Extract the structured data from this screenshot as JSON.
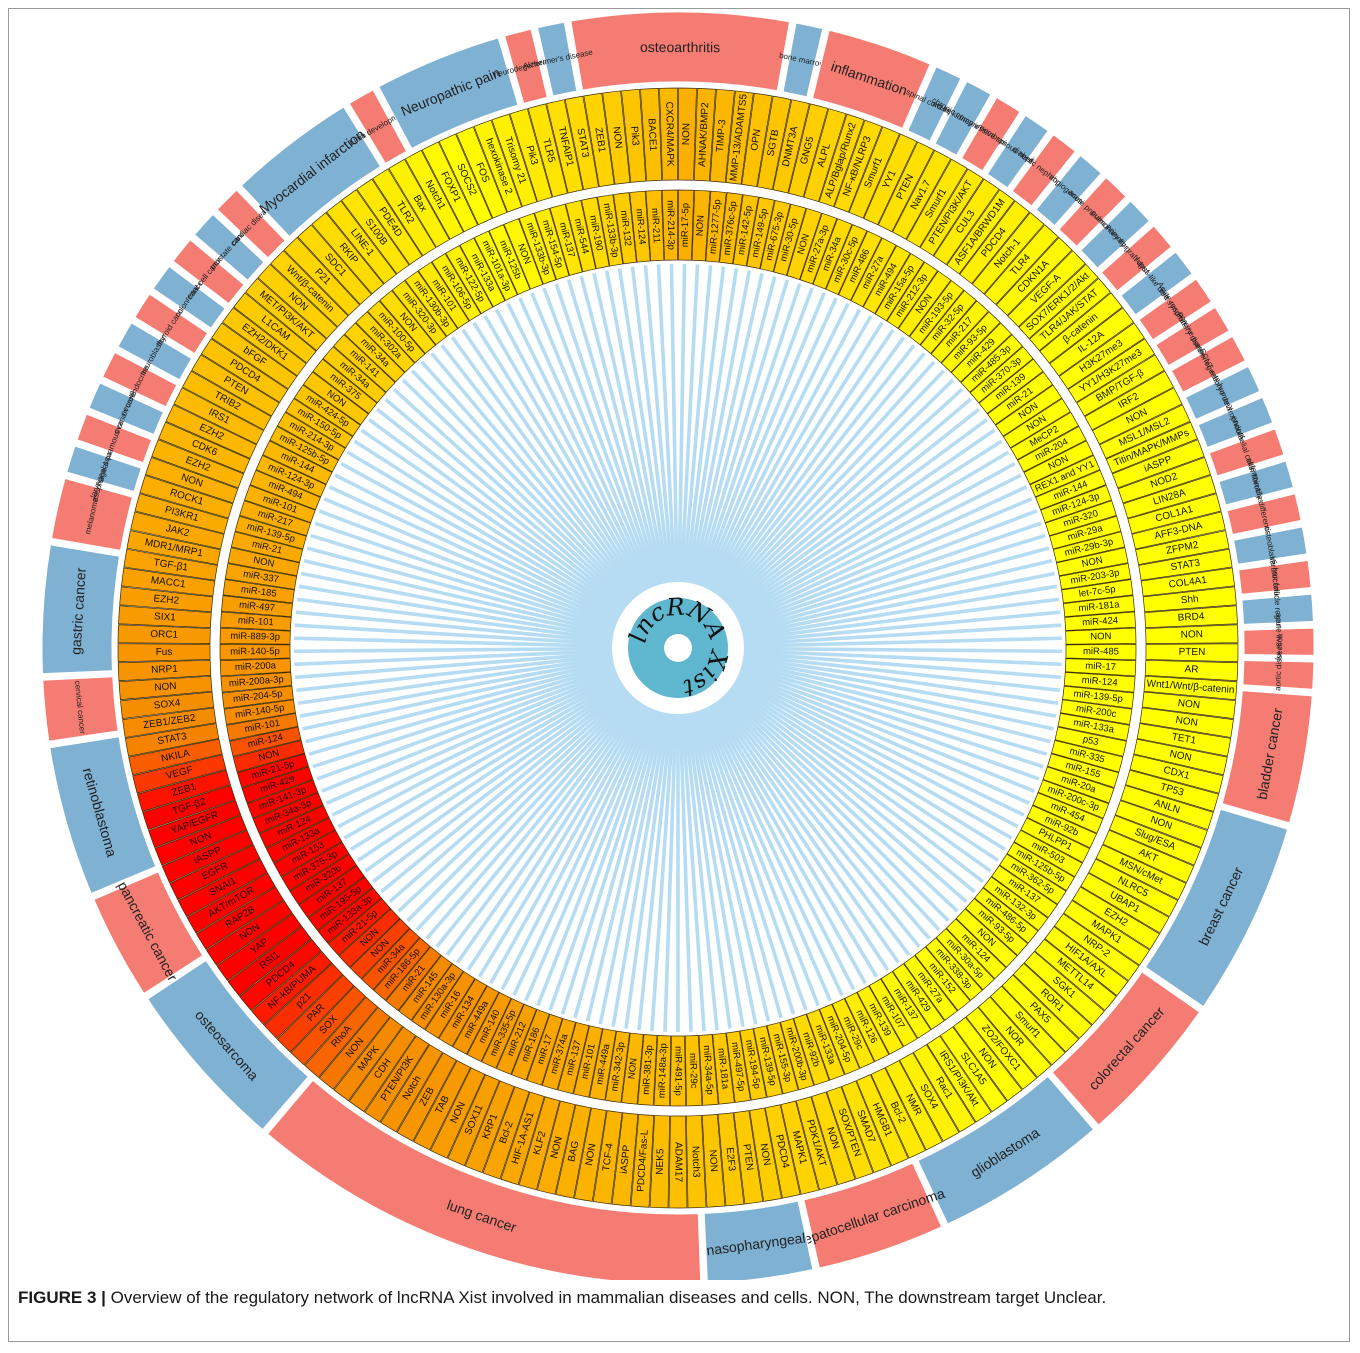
{
  "figure": {
    "center_label": "lncRNA Xist",
    "caption_label": "FIGURE 3 |",
    "caption_text": "Overview of the regulatory network of lncRNA Xist involved in mammalian diseases and cells. NON, The downstream target Unclear."
  },
  "colors": {
    "disease_red": "#f47c72",
    "disease_blue": "#7fb1d3",
    "spoke": "#b5dcf2",
    "center": "#5fb6cf",
    "ring_fill_gradient": [
      "#ffff00",
      "#ffd700",
      "#fbb000",
      "#f58a00",
      "#ff0000"
    ]
  },
  "diseases": [
    {
      "name": "osteoarthritis",
      "color": "red"
    },
    {
      "name": "bone marrow",
      "color": "blue"
    },
    {
      "name": "inflammation",
      "color": "red"
    },
    {
      "name": "spinal cord injury",
      "color": "blue"
    },
    {
      "name": "acute kidney injury",
      "color": "blue"
    },
    {
      "name": "chronic compressive spinal cord injury",
      "color": "red"
    },
    {
      "name": "membranous nephropathy",
      "color": "blue"
    },
    {
      "name": "diabetic nephropathy",
      "color": "red"
    },
    {
      "name": "angiogenesis",
      "color": "blue"
    },
    {
      "name": "acute pneumonia",
      "color": "red"
    },
    {
      "name": "pulmonary fibrosis",
      "color": "blue"
    },
    {
      "name": "primary graft dysfunction",
      "color": "red"
    },
    {
      "name": "lupus-like disease",
      "color": "blue"
    },
    {
      "name": "rett syndrome",
      "color": "red"
    },
    {
      "name": "Acute respiratory distress syndrome",
      "color": "red"
    },
    {
      "name": "porcine parthenogenetic embryos",
      "color": "red"
    },
    {
      "name": "SCNT embryo development",
      "color": "blue"
    },
    {
      "name": "human trophoblast cells",
      "color": "blue"
    },
    {
      "name": "endothelial cells injury",
      "color": "red"
    },
    {
      "name": "skin fibroblasts",
      "color": "blue"
    },
    {
      "name": "terminally differentiated cells",
      "color": "red"
    },
    {
      "name": "osteoblasts",
      "color": "blue"
    },
    {
      "name": "keratoconus",
      "color": "red"
    },
    {
      "name": "hair follicle regeneration",
      "color": "blue"
    },
    {
      "name": "acute liver injury",
      "color": "red"
    },
    {
      "name": "type A aortic dissection",
      "color": "red"
    },
    {
      "name": "bladder cancer",
      "color": "red"
    },
    {
      "name": "breast cancer",
      "color": "blue"
    },
    {
      "name": "colorectal cancer",
      "color": "red"
    },
    {
      "name": "glioblastoma",
      "color": "blue"
    },
    {
      "name": "hepatocellular carcinoma",
      "color": "red"
    },
    {
      "name": "nasopharyngeal",
      "color": "blue"
    },
    {
      "name": "lung cancer",
      "color": "red"
    },
    {
      "name": "osteosarcoma",
      "color": "blue"
    },
    {
      "name": "pancreatic cancer",
      "color": "red"
    },
    {
      "name": "retinoblastoma",
      "color": "blue"
    },
    {
      "name": "cervical cancer",
      "color": "red"
    },
    {
      "name": "gastric cancer",
      "color": "blue"
    },
    {
      "name": "melanoma",
      "color": "red"
    },
    {
      "name": "esophageal cancer",
      "color": "blue"
    },
    {
      "name": "laryngeal squamous cell carcinoma",
      "color": "red"
    },
    {
      "name": "ovarian cancer",
      "color": "blue"
    },
    {
      "name": "neuroendocrine tumor",
      "color": "red"
    },
    {
      "name": "neuroblastoma",
      "color": "blue"
    },
    {
      "name": "thyroid cancer",
      "color": "red"
    },
    {
      "name": "colon cancer",
      "color": "blue"
    },
    {
      "name": "renal cell carcinoma",
      "color": "red"
    },
    {
      "name": "prostate cancer",
      "color": "blue"
    },
    {
      "name": "cardiac disease",
      "color": "red"
    },
    {
      "name": "Myocardial infarction",
      "color": "blue"
    },
    {
      "name": "Limb development",
      "color": "red"
    },
    {
      "name": "Neuropathic pain",
      "color": "blue"
    },
    {
      "name": "neurodegeneration",
      "color": "red"
    },
    {
      "name": "Alzheimer's disease",
      "color": "blue"
    }
  ],
  "targets": [
    "NON",
    "AHNAK/BMP2",
    "TIMP-3",
    "MMP-13/ADAMTS5",
    "OPN",
    "SGTB",
    "DNMT3A",
    "GNG5",
    "ALPL",
    "ALP/Bglap/Runx2",
    "NF-κB/NLRP3",
    "Smurf1",
    "YY1",
    "PTEN",
    "Nav1.7",
    "Smurf1",
    "PTEN/PI3K/AKT",
    "CUL3",
    "ASF1A/BRWD1M",
    "PDCD4",
    "Notch-1",
    "TLR4",
    "CDKN1A",
    "VEGF-A",
    "SOX7/ERK1/2/Akt",
    "TLR4/JAK/STAT",
    "β-catenin",
    "IL-12A",
    "H3K27me3",
    "YY1/H3K27me3",
    "BMP/TGF-β",
    "IRF2",
    "NON",
    "MSL1/MSL2",
    "Titin/MAPK/MMPs",
    "iASPP",
    "NOD2",
    "LIN28A",
    "COL1A1",
    "AFF3-DNA",
    "ZFPM2",
    "STAT3",
    "COL4A1",
    "Shh",
    "BRD4",
    "NON",
    "PTEN",
    "AR",
    "Wnt1/Wnt/β-catenin",
    "NON",
    "NON",
    "TET1",
    "NON",
    "CDX1",
    "TP53",
    "ANLN",
    "NON",
    "Slug/ESA",
    "AKT",
    "MSN/cMet",
    "NLRC5",
    "UBAP1",
    "EZH2",
    "MAPK1",
    "NRP-2",
    "HIF1A/AXL",
    "METTL14",
    "SGK1",
    "ROR1",
    "PAX5",
    "Smurf1",
    "NOR",
    "ZO2/FOXC1",
    "NON",
    "SLC1A5",
    "IRS1/PI3K/Akt",
    "Rac1",
    "SOX4",
    "NMR",
    "Bcl-2",
    "HMGB1",
    "SMAD7",
    "SOX/PTEN",
    "NON",
    "PDK1/AKT",
    "MAPK1",
    "PDCD4",
    "NON",
    "PTEN",
    "E2F3",
    "NON",
    "Notch3",
    "ADAM17",
    "NEK5",
    "PDCD4/Fas-L",
    "iASPP",
    "TCF-4",
    "NON",
    "BAG",
    "NON",
    "KLF2",
    "HIF-1A-AS1",
    "Bcl-2",
    "KRP1",
    "SOX11",
    "NON",
    "TAB",
    "ZEB",
    "Notch",
    "PTEN/PI3K",
    "CDH",
    "MAPK",
    "NON",
    "RhoA",
    "SOX",
    "PAR",
    "p21",
    "NF-kB/PUMA",
    "PDCD4",
    "RSI1",
    "YAP",
    "NON",
    "RAP2B",
    "AKT/mTOR",
    "SNAI1",
    "EGFR",
    "iASPP",
    "NON",
    "YAP/EGFR",
    "TGF-β2",
    "ZEB1",
    "VEGF",
    "NKILA",
    "STAT3",
    "ZEB1/ZEB2",
    "SOX4",
    "NON",
    "NRP1",
    "Fus",
    "ORC1",
    "SIX1",
    "EZH2",
    "MACC1",
    "TGF-β1",
    "MDR1/MRP1",
    "JAK2",
    "PI3KR1",
    "ROCK1",
    "NON",
    "EZH2",
    "CDK6",
    "EZH2",
    "IRS1",
    "TRIB2",
    "PTEN",
    "PDCD4",
    "bFGF",
    "EZH2/DKK1",
    "L1CAM",
    "MET/PI3K/AKT",
    "NON",
    "Wnt/β-catenin",
    "P21",
    "SDC1",
    "RKIP",
    "LINE-1",
    "S100B",
    "PDE4D",
    "TLR2",
    "Bax",
    "Notch1",
    "FOXP1",
    "SOCS2",
    "FOS",
    "hexokinase 2",
    "Trisomy 21",
    "Pik3",
    "TLR5",
    "TNFAIP1",
    "STAT3",
    "ZEB1",
    "NON",
    "Pik3",
    "BACE1",
    "CXCR4/MAPK"
  ],
  "mirnas": [
    "miR-17-5p",
    "NON",
    "miR-1277-5p",
    "miR-376c-5p",
    "miR-142-5p",
    "miR-149-5p",
    "miR-675-3p",
    "miR-30-5p",
    "NON",
    "miR-27a-3p",
    "miR-34a",
    "miR-30c-5p",
    "miR-486",
    "miR-27a",
    "miR-494",
    "miR-15a-5p",
    "miR-212-3p",
    "NON",
    "miR-193-5p",
    "miR-32-5p",
    "miR-217",
    "miR-93-5p",
    "miR-429",
    "miR-485-3p",
    "miR-370-3p",
    "miR-139",
    "miR-21",
    "NON",
    "NON",
    "MeCP2",
    "miR-204",
    "NON",
    "REX1 and YY1",
    "miR-144",
    "miR-124-3p",
    "miR-320",
    "miR-29a",
    "miR-29b-3p",
    "NON",
    "miR-203-3p",
    "let-7c-5p",
    "miR-181a",
    "miR-424",
    "NON",
    "miR-485",
    "miR-17",
    "miR-124",
    "miR-139-5p",
    "miR-200c",
    "miR-133a",
    "p53",
    "miR-335",
    "miR-155",
    "miR-20a",
    "miR-200c-3p",
    "miR-454",
    "miR-92b",
    "PHLPP1",
    "miR-503",
    "miR-125b-5p",
    "miR-362-5p",
    "miR-137",
    "miR-132-3p",
    "miR-486-5p",
    "miR-93-5p",
    "NON",
    "miR-124",
    "miR-30a-5p",
    "miR-338-3p",
    "miR-152",
    "miR-27a",
    "miR-429",
    "miR-137",
    "miR-107",
    "miR-139",
    "miR-126",
    "miR-29c",
    "miR-204-5p",
    "miR-133a",
    "miR-92b",
    "miR-200b-3p",
    "miR-155-3p",
    "miR-139-5p",
    "miR-194-5p",
    "miR-497-5p",
    "miR-181a",
    "miR-34a-5p",
    "miR-29c",
    "miR-491-5p",
    "miR-148a-3p",
    "miR-381-3p",
    "NON",
    "miR-342-3p",
    "miR-449a",
    "miR-101",
    "miR-137",
    "miR-374a",
    "miR-17",
    "miR-186",
    "miR-212",
    "miR-335-5p",
    "miR-140",
    "miR-449a",
    "miR-134",
    "miR-16",
    "miR-130a-3p",
    "miR-145",
    "miR-21",
    "miR-186-5p",
    "miR-34a",
    "NON",
    "NON",
    "miR-21-5p",
    "miR-133a-3p",
    "miR-195-5p",
    "miR-137",
    "miR-320b",
    "miR-375-3p",
    "miR-153",
    "miR-133a",
    "miR-124",
    "miR-34a-5p",
    "miR-141-3p",
    "miR-429",
    "miR-21-5p",
    "NON",
    "miR-124",
    "miR-101",
    "miR-140-5p",
    "miR-204-5p",
    "miR-200a-3p",
    "miR-200a",
    "miR-140-5p",
    "miR-889-3p",
    "miR-101",
    "miR-497",
    "miR-185",
    "miR-337",
    "NON",
    "miR-21",
    "miR-139-5p",
    "miR-217",
    "miR-101",
    "miR-494",
    "miR-124-3p",
    "miR-144",
    "miR-125b-5p",
    "miR-214-3p",
    "miR-150-5p",
    "miR-424-5p",
    "NON",
    "miR-375",
    "miR-34a",
    "miR-141",
    "miR-34a",
    "miR-302a",
    "miR-100-5p",
    "NON",
    "miR-320-3p",
    "miR-130b-3p",
    "miR-101",
    "miR-106-5p",
    "miR-122-5p",
    "miR-133a",
    "miR-101a-3p",
    "miR-125b",
    "NON",
    "miR-133b-3p",
    "miR-154-5p",
    "miR-137",
    "miR-544",
    "miR-190",
    "miR-133b-3p",
    "miR-132",
    "miR-124",
    "miR-211",
    "miR-214-3p"
  ]
}
